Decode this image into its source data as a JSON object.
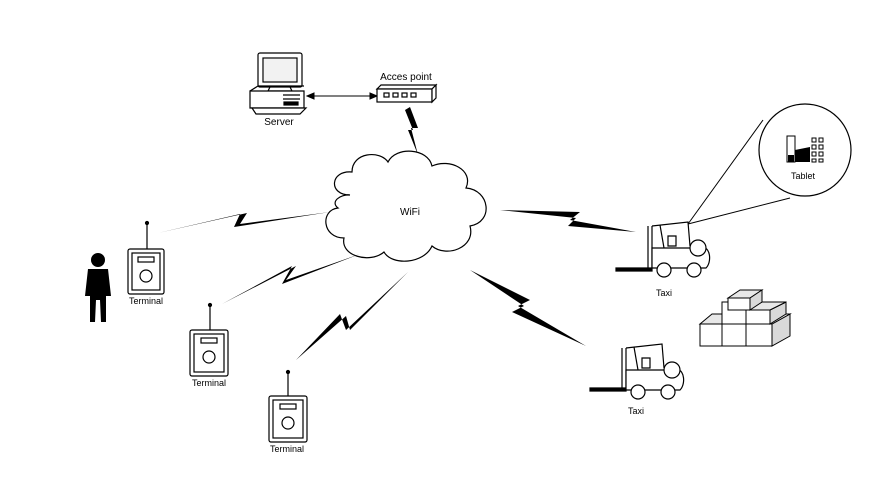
{
  "labels": {
    "server": "Server",
    "access_point": "Acces point",
    "wifi": "WiFi",
    "terminal_1": "Terminal",
    "terminal_2": "Terminal",
    "terminal_3": "Terminal",
    "taxi_1": "Taxi",
    "taxi_2": "Taxi",
    "tablet": "Tablet"
  },
  "icons": [
    "computer-icon",
    "router-icon",
    "cloud-icon",
    "person-icon",
    "handheld-terminal-icon",
    "forklift-icon",
    "boxes-icon",
    "tablet-icon",
    "lightning-icon"
  ]
}
